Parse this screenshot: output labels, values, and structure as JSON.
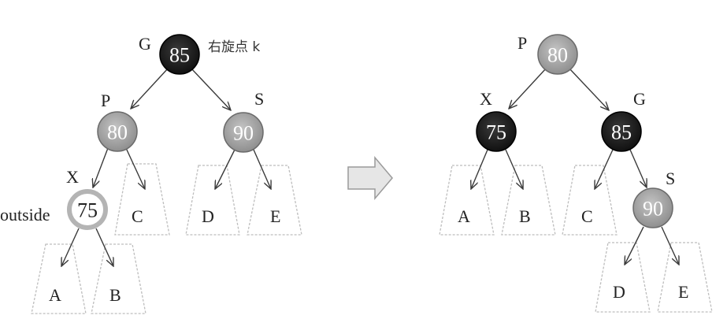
{
  "colors": {
    "black_node": "#1e1e1e",
    "red_node": "#a8a8a8",
    "new_node_ring": "#b4b4b4",
    "arrow": "#bcbcbc"
  },
  "before": {
    "nodes": {
      "g": {
        "letter": "G",
        "value": "85",
        "note": "右旋点 k"
      },
      "p": {
        "letter": "P",
        "value": "80"
      },
      "s": {
        "letter": "S",
        "value": "90"
      },
      "x": {
        "letter": "X",
        "value": "75",
        "note": "outside"
      }
    },
    "subtrees": {
      "a": "A",
      "b": "B",
      "c": "C",
      "d": "D",
      "e": "E"
    }
  },
  "after": {
    "nodes": {
      "p": {
        "letter": "P",
        "value": "80"
      },
      "x": {
        "letter": "X",
        "value": "75"
      },
      "g": {
        "letter": "G",
        "value": "85"
      },
      "s": {
        "letter": "S",
        "value": "90"
      }
    },
    "subtrees": {
      "a": "A",
      "b": "B",
      "c": "C",
      "d": "D",
      "e": "E"
    }
  },
  "transition_icon": "right-arrow-icon"
}
